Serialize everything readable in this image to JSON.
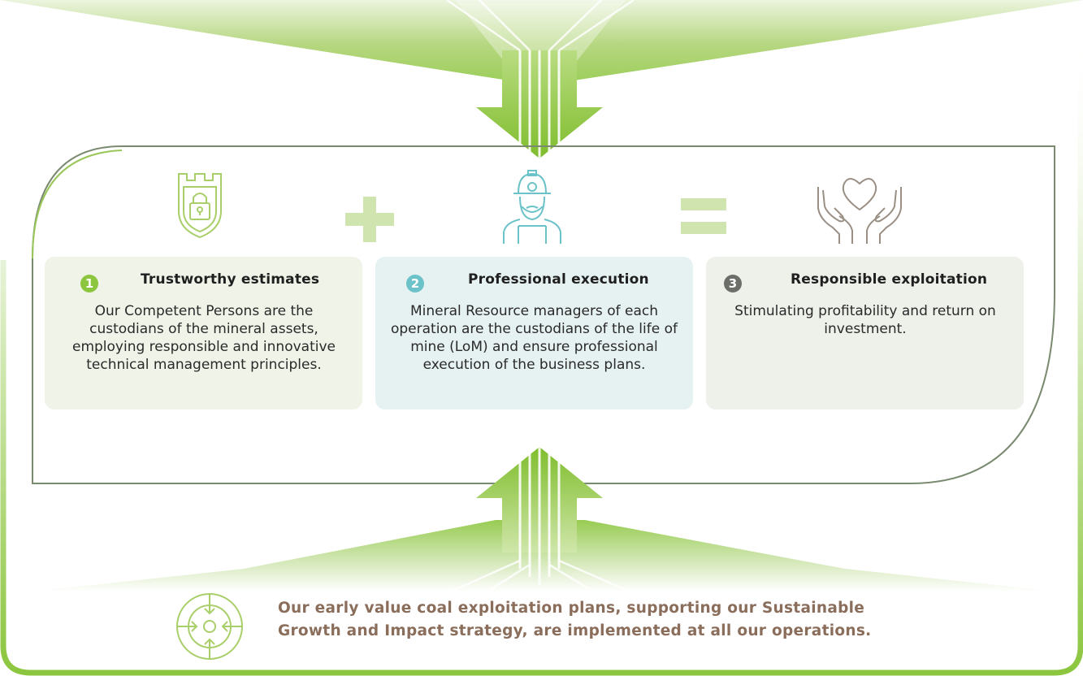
{
  "cards": [
    {
      "number": "1",
      "title": "Trustworthy estimates",
      "body": "Our Competent Persons are the custodians of the mineral assets, employing responsible and innovative technical management principles.",
      "badge_color": "#8cc63f"
    },
    {
      "number": "2",
      "title": "Professional execution",
      "body": "Mineral Resource managers of each operation are the custodians of the life of mine (LoM) and ensure professional execution of the business plans.",
      "badge_color": "#6cc2c9"
    },
    {
      "number": "3",
      "title": "Responsible exploitation",
      "body": "Stimulating profitability and return on investment.",
      "badge_color": "#6c6f69"
    }
  ],
  "footer": {
    "text": "Our early value coal exploitation plans, supporting our Sustainable Growth and Impact strategy, are implemented at all our operations."
  },
  "icons": [
    "shield-lock-icon",
    "plus-icon",
    "miner-icon",
    "equals-icon",
    "hands-heart-icon",
    "target-icon"
  ],
  "colors": {
    "accent_green": "#8cc63f",
    "accent_teal": "#6cc2c9",
    "frame_grey": "#6c6f69",
    "footer_text": "#8a6d5a"
  }
}
